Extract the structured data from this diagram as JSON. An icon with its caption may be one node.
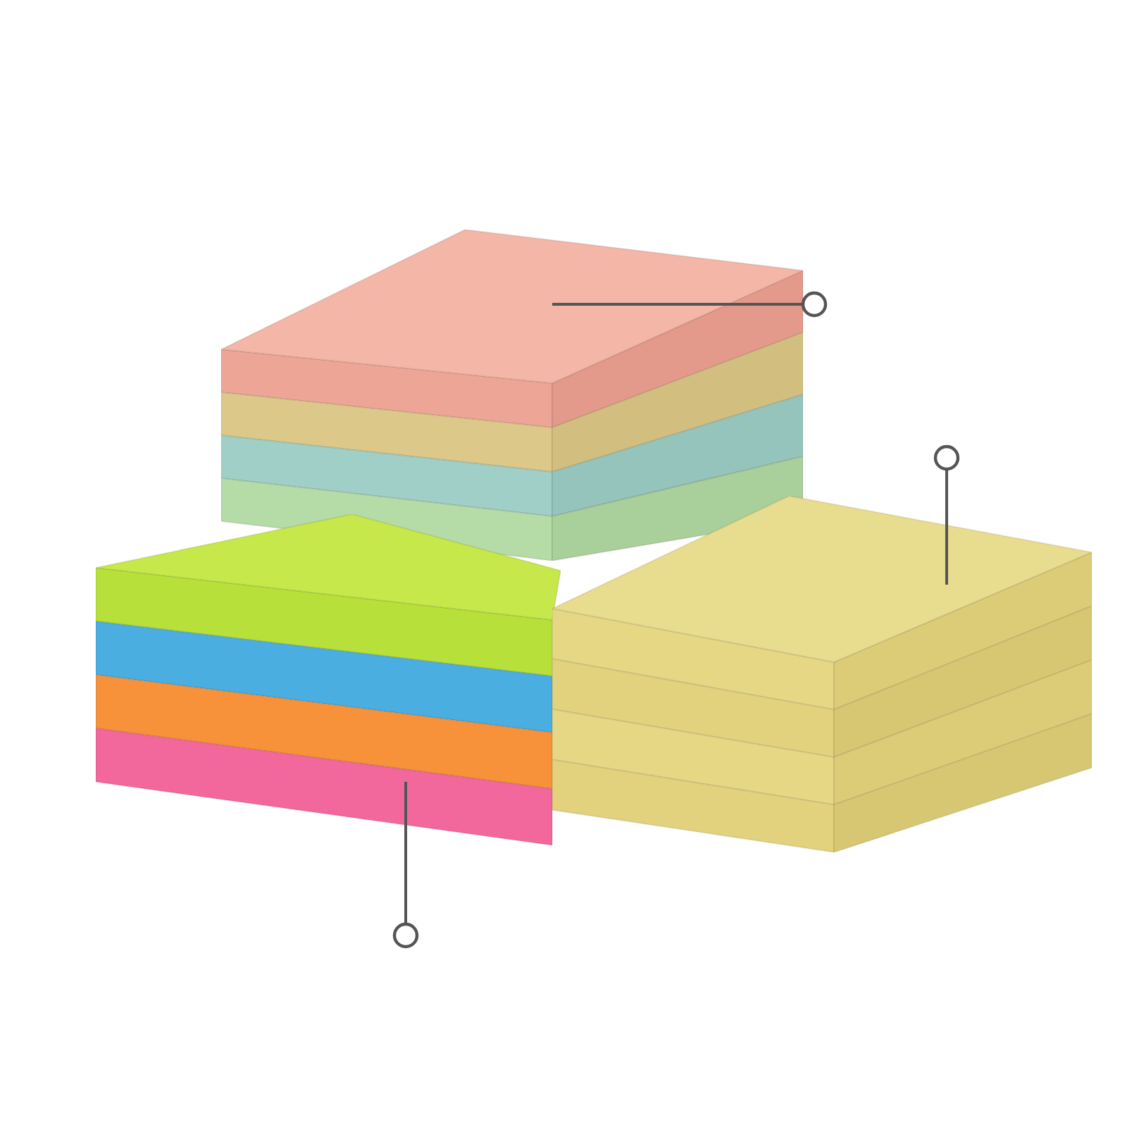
{
  "diagram": {
    "nodes": [
      {
        "text": [],
        "shape": "picture"
      },
      {
        "text": [],
        "shape": "picture"
      },
      {
        "text": [],
        "shape": "picture"
      }
    ],
    "edges": [
      {
        "from": null,
        "to": 0,
        "arrow": "other"
      },
      {
        "from": null,
        "to": 1,
        "arrow": "other"
      },
      {
        "from": null,
        "to": 2,
        "arrow": "other"
      }
    ]
  }
}
